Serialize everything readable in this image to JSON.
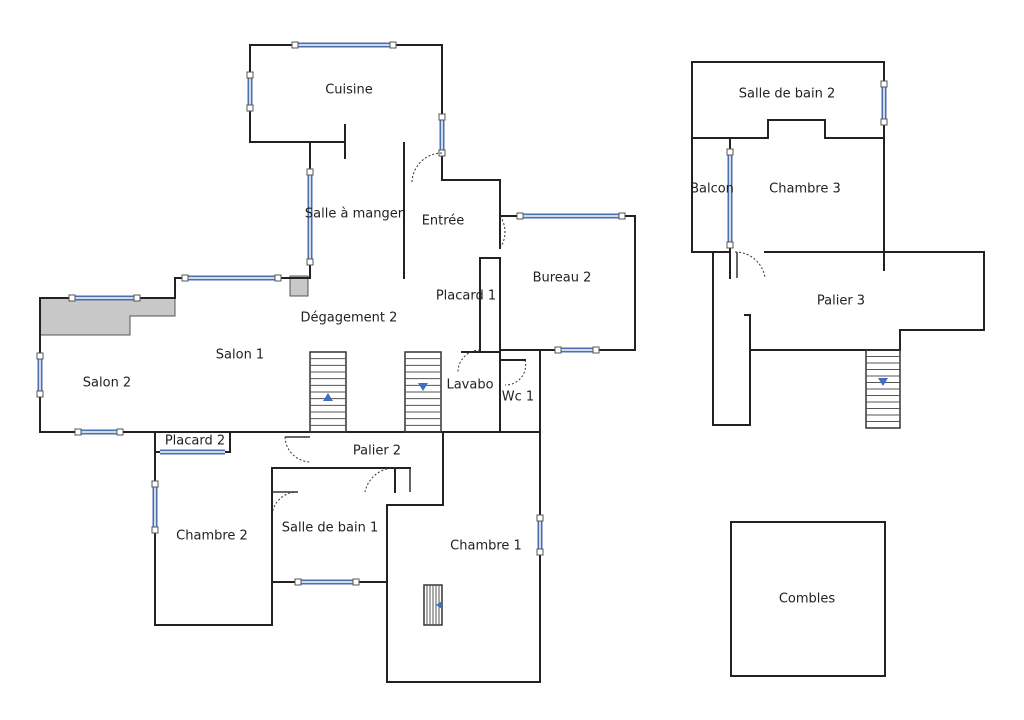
{
  "rooms": {
    "cuisine": "Cuisine",
    "salle_a_manger": "Salle à manger",
    "entree": "Entrée",
    "placard_1": "Placard 1",
    "bureau_2": "Bureau 2",
    "degagement_2": "Dégagement 2",
    "salon_1": "Salon 1",
    "salon_2": "Salon 2",
    "lavabo": "Lavabo",
    "wc_1": "Wc 1",
    "placard_2": "Placard 2",
    "palier_2": "Palier 2",
    "chambre_2": "Chambre 2",
    "salle_de_bain_1": "Salle de bain 1",
    "chambre_1": "Chambre 1",
    "salle_de_bain_2": "Salle de bain 2",
    "balcon": "Balcon",
    "chambre_3": "Chambre 3",
    "palier_3": "Palier 3",
    "combles": "Combles"
  },
  "colors": {
    "walls": "#222222",
    "windows": "#4a6fb0",
    "stair_arrow": "#3d6fc4",
    "built_in": "#c8c8c8"
  }
}
